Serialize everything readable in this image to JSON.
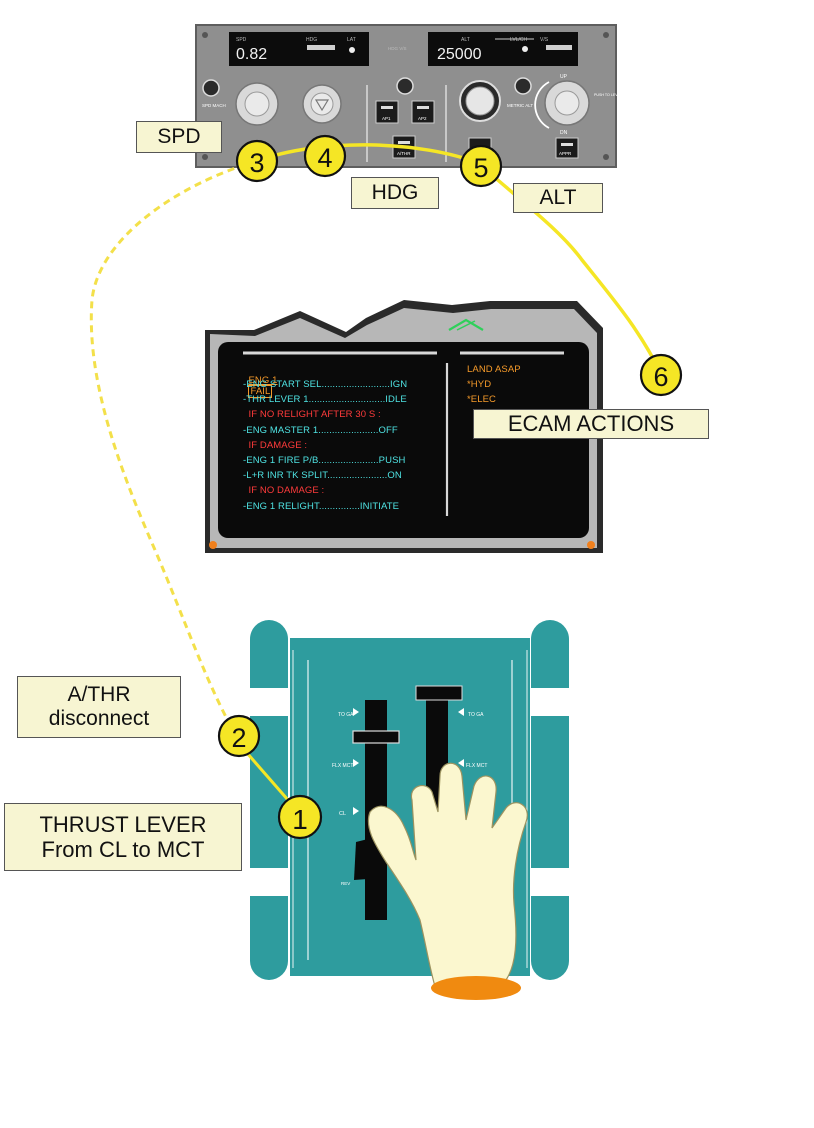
{
  "fcu": {
    "spd_label": "SPD",
    "hdg_label": "HDG",
    "lat_label": "LAT",
    "hdg_vs_label": "HDG V/S",
    "alt_label": "ALT",
    "lvl_ch_label": "LVL/CH",
    "vs_label": "V/S",
    "spd_value": "0.82",
    "alt_value": "25000",
    "spd_mach_label": "SPD MACH",
    "ap1_label": "AP1",
    "ap2_label": "AP2",
    "athr_label": "A/THR",
    "appr_label": "APPR",
    "metric_alt_label": "METRIC ALT",
    "push_level_off_label": "PUSH TO LEVEL OFF",
    "up_label": "UP",
    "dn_label": "DN"
  },
  "callouts": {
    "spd": "SPD",
    "hdg": "HDG",
    "alt": "ALT",
    "ecam_actions": "ECAM ACTIONS",
    "athr_disconnect_line1": "A/THR",
    "athr_disconnect_line2": "disconnect",
    "thrust_lever_line1": "THRUST LEVER",
    "thrust_lever_line2": "From CL to MCT"
  },
  "steps": [
    "1",
    "2",
    "3",
    "4",
    "5",
    "6"
  ],
  "ecam": {
    "title_eng": "ENG 1",
    "title_fail": "FAIL",
    "lines": [
      {
        "text": "-ENG START SEL.........................IGN",
        "color": "#4fe3e3"
      },
      {
        "text": "-THR LEVER 1............................IDLE",
        "color": "#4fe3e3"
      },
      {
        "text": "  IF NO RELIGHT AFTER 30 S :",
        "color": "#ff3b3b"
      },
      {
        "text": "-ENG MASTER 1......................OFF",
        "color": "#4fe3e3"
      },
      {
        "text": "  IF DAMAGE :",
        "color": "#ff3b3b"
      },
      {
        "text": "-ENG 1 FIRE P/B......................PUSH",
        "color": "#4fe3e3"
      },
      {
        "text": "-L+R INR TK SPLIT......................ON",
        "color": "#4fe3e3"
      },
      {
        "text": "  IF NO DAMAGE :",
        "color": "#ff3b3b"
      },
      {
        "text": "-ENG 1 RELIGHT...............INITIATE",
        "color": "#4fe3e3"
      }
    ],
    "status": [
      "LAND ASAP",
      "*HYD",
      "*ELEC"
    ]
  },
  "thrust_quadrant": {
    "toga_label": "TO GA",
    "flx_label": "FLX MCT",
    "cl_label": "CL",
    "rev_label": "REV"
  },
  "colors": {
    "callout_yellow": "#f5e625",
    "dashed_line": "#f3e04a",
    "quadrant_teal": "#2e9c9e",
    "ecam_cyan": "#4fe3e3",
    "ecam_red": "#ff3b3b",
    "ecam_amber": "#f59a2a"
  }
}
